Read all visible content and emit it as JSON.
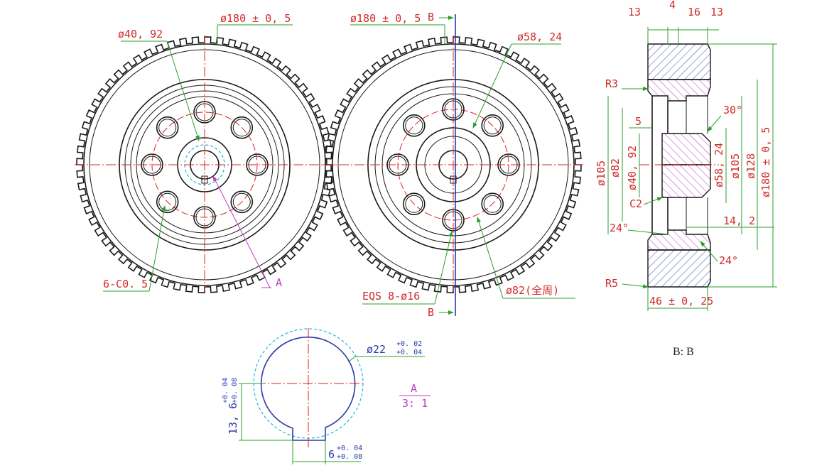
{
  "front_view": {
    "od_label": "ø180 ± 0, 5",
    "bore_label": "ø40, 92",
    "chamfer_label": "6-C0. 5",
    "section_tag": "A"
  },
  "rear_view": {
    "od_label": "ø180 ± 0, 5",
    "hub_label": "ø58, 24",
    "holes_label": "EQS  8-ø16",
    "pcd_label": "ø82(全周)",
    "section_top": "B",
    "section_bottom": "B"
  },
  "section_view": {
    "top_dims": [
      "13",
      "4",
      "16",
      "13"
    ],
    "radius_top": "R3",
    "radius_bottom": "R5",
    "step_5": "5",
    "angle_30": "30°",
    "angle_24_left": "24°",
    "angle_24_right": "24°",
    "chamfer_c2": "C2",
    "d105_left": "ø105",
    "d82": "ø82",
    "d40": "ø40, 92",
    "d58": "ø58, 24",
    "d105_right": "ø105",
    "d128": "ø128",
    "d180": "ø180 ± 0, 5",
    "w142": "14, 2",
    "width": "46 ± 0, 25",
    "title": "B: B"
  },
  "detail_view": {
    "bore_main": "ø22",
    "bore_tol_upper": "+0. 02",
    "bore_tol_lower": "+0. 04",
    "key_depth_main": "13, 6",
    "key_depth_upper": "+0. 04",
    "key_depth_lower": "+0. 08",
    "key_width_main": "6",
    "key_width_upper": "+0. 04",
    "key_width_lower": "+0. 08",
    "scale_name": "A",
    "scale_ratio": "3: 1"
  },
  "colors": {
    "outline": "#1a1a1a",
    "centerline": "#e02020",
    "dimension": "#2aa02a",
    "dim_text_red": "#d12a2a",
    "dim_text_blue": "#2a3aa8",
    "detail_marker": "#c03cc0",
    "hidden_circle": "#19b9d9"
  }
}
